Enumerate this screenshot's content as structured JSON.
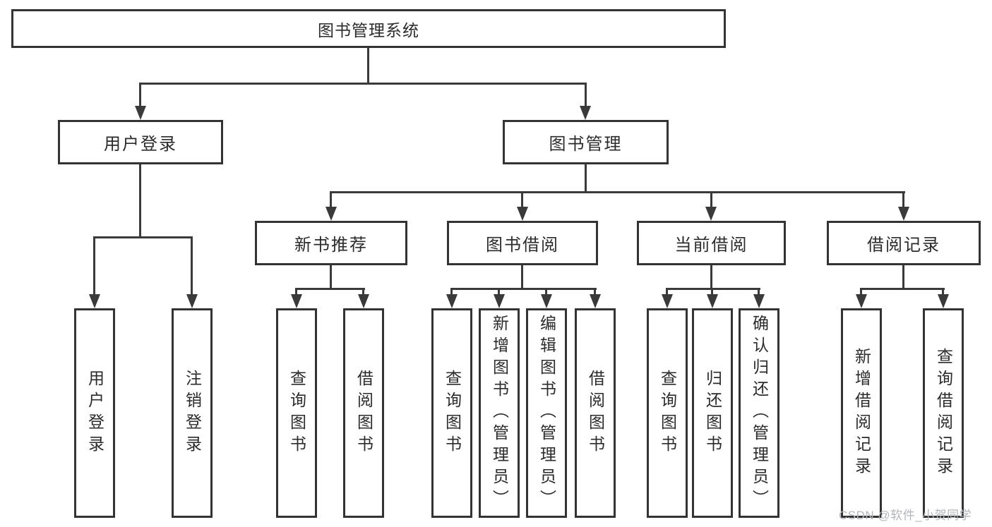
{
  "diagram": {
    "root": {
      "label": "图书管理系统"
    },
    "level2": [
      {
        "label": "用户登录"
      },
      {
        "label": "图书管理"
      }
    ],
    "level3": [
      {
        "label": "新书推荐"
      },
      {
        "label": "图书借阅"
      },
      {
        "label": "当前借阅"
      },
      {
        "label": "借阅记录"
      }
    ],
    "leaves": {
      "user_login": [
        {
          "label": "用户登录"
        },
        {
          "label": "注销登录"
        }
      ],
      "new_books": [
        {
          "label": "查询图书"
        },
        {
          "label": "借阅图书"
        }
      ],
      "book_borrowing": [
        {
          "label": "查询图书"
        },
        {
          "label": "新增图书（管理员）"
        },
        {
          "label": "编辑图书（管理员）"
        },
        {
          "label": "借阅图书"
        }
      ],
      "current_borrowing": [
        {
          "label": "查询图书"
        },
        {
          "label": "归还图书"
        },
        {
          "label": "确认归还（管理员）"
        }
      ],
      "borrowing_records": [
        {
          "label": "新增借阅记录"
        },
        {
          "label": "查询借阅记录"
        }
      ]
    },
    "watermark": "CSDN @软件_小贺同学",
    "colors": {
      "line": "#3a3a3a",
      "box_border": "#333333",
      "text": "#2b2b2b",
      "watermark": "#b2b5ba",
      "background": "#ffffff"
    }
  }
}
